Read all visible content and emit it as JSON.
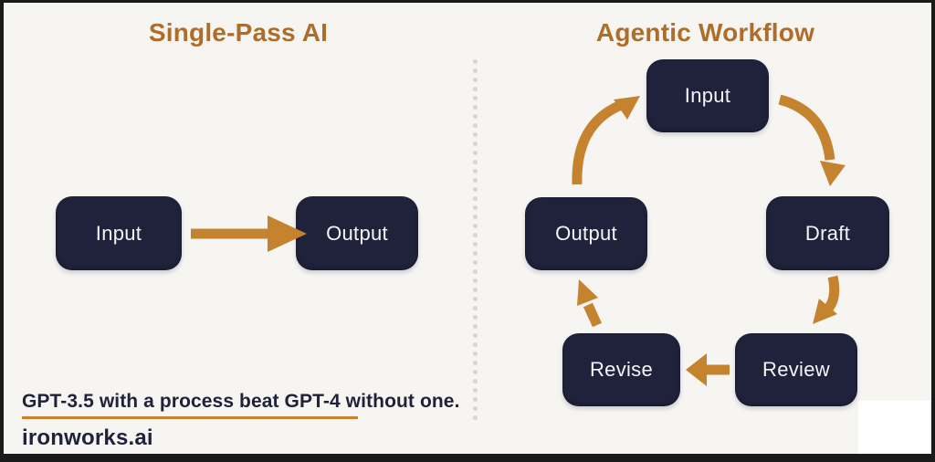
{
  "left_panel": {
    "title": "Single-Pass AI",
    "nodes": [
      {
        "label": "Input"
      },
      {
        "label": "Output"
      }
    ],
    "flow": "Input to Output"
  },
  "right_panel": {
    "title": "Agentic Workflow",
    "nodes": [
      {
        "label": "Input"
      },
      {
        "label": "Draft"
      },
      {
        "label": "Review"
      },
      {
        "label": "Revise"
      },
      {
        "label": "Output"
      }
    ],
    "flow": "Input to Draft to Review to Revise to Output to Input (cycle)"
  },
  "footer": {
    "tagline": "GPT-3.5 with a process beat GPT-4 without one.",
    "brand": "ironworks.ai"
  },
  "colors": {
    "background": "#f6f5f2",
    "node_fill": "#20223c",
    "node_text": "#f4f4f7",
    "arrow": "#c5832f",
    "title": "#ad6d2b",
    "footer_text": "#1f2238",
    "underline": "#c5832f",
    "divider_dot": "#d9d5cf",
    "border": "#1a1a1a"
  }
}
